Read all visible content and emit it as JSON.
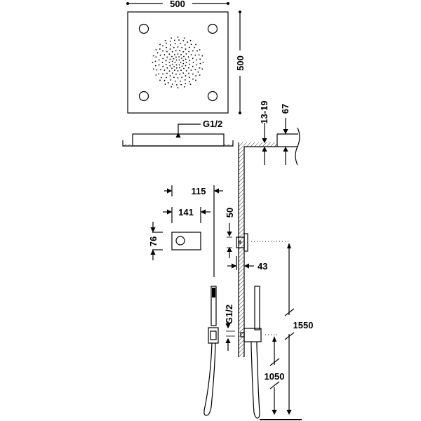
{
  "dimensions": {
    "head_width": "500",
    "head_depth": "500",
    "inlet_head": "G1/2",
    "ceiling_gap": "13-19",
    "arm_height": "67",
    "valve_depth": "115",
    "plate_width": "141",
    "plate_height": "76",
    "valve_offset": "50",
    "valve_projection": "43",
    "inlet_handshower": "G1/2",
    "valve_height": "1550",
    "outlet_height": "1050"
  },
  "colors": {
    "line": "#000000",
    "background": "#ffffff"
  }
}
